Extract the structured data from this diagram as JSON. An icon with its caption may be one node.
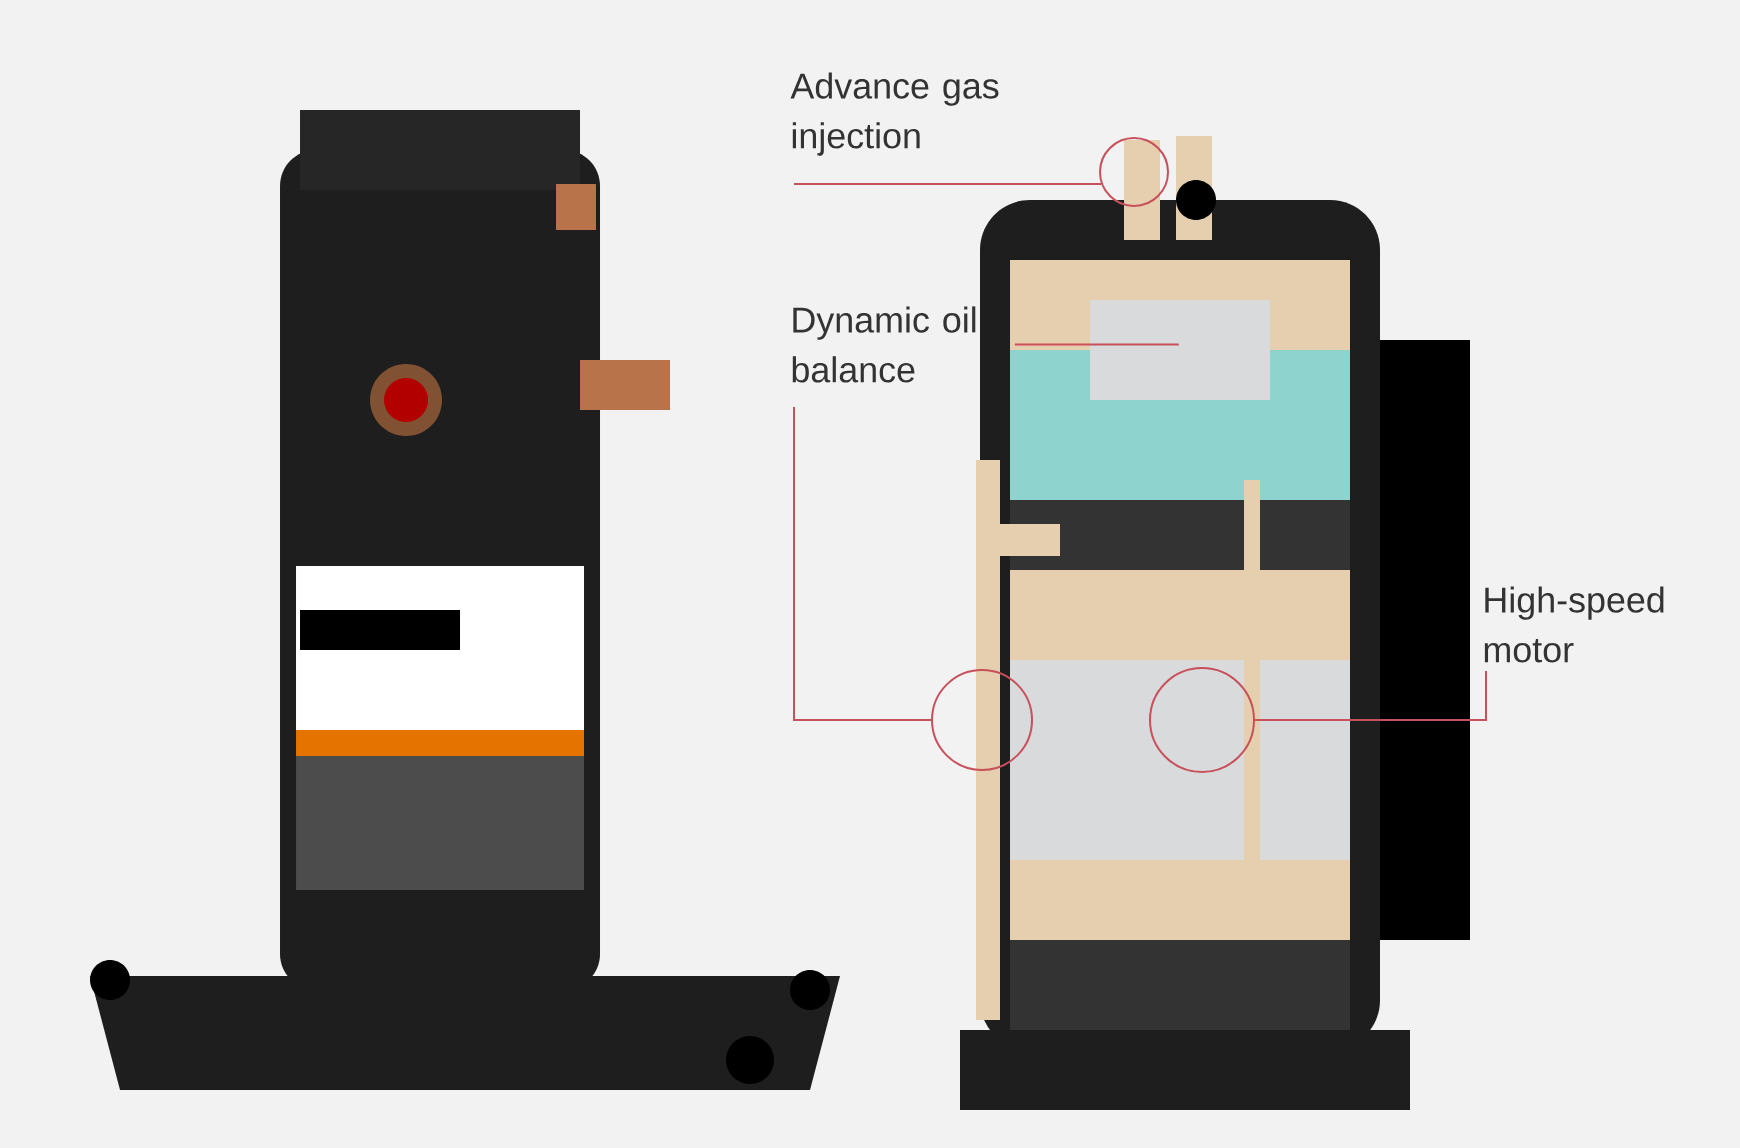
{
  "diagram": {
    "nodes": [
      {
        "text": [
          "Advance gas injection"
        ]
      },
      {
        "text": [
          "Dynamic oil balance"
        ]
      },
      {
        "text": [
          "High-speed motor"
        ]
      },
      {
        "text": [],
        "shape": "circle"
      },
      {
        "text": [],
        "shape": "circle"
      },
      {
        "text": [],
        "shape": "circle"
      }
    ],
    "edges": [
      {
        "from": 0,
        "to": 3,
        "arrow": "none"
      },
      {
        "from": 1,
        "to": 4,
        "arrow": "none"
      },
      {
        "from": 1,
        "to": null,
        "arrow": "none"
      },
      {
        "from": 2,
        "to": 5,
        "arrow": "none"
      }
    ]
  }
}
